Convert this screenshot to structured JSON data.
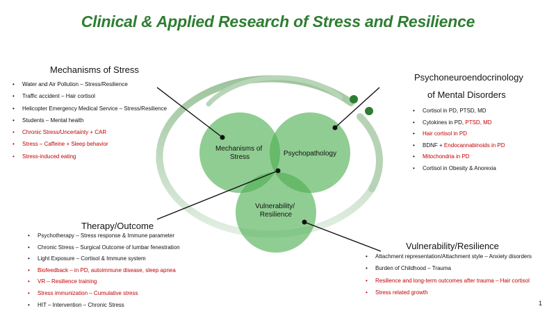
{
  "title": "Clinical & Applied Research of Stress and Resilience",
  "page_number": "1",
  "circles": {
    "mechanisms": [
      "Mechanisms of",
      "Stress"
    ],
    "psychopathology": "Psychopathology",
    "vulnerability": [
      "Vulnerability/",
      "Resilience"
    ]
  },
  "sections": {
    "mechanisms": {
      "heading": "Mechanisms of Stress",
      "items": [
        {
          "text": "Water and Air Pollution – Stress/Resilience",
          "red": false
        },
        {
          "text": "Traffic accident – Hair cortisol",
          "red": false
        },
        {
          "text": "Helicopter Emergency Medical Service – Stress/Resilience",
          "red": false
        },
        {
          "text": "Students – Mental health",
          "red": false
        },
        {
          "text": "Chronic Stress/Uncertainty + CAR",
          "red": true
        },
        {
          "text": "Stress – Caffeine + Sleep behavior",
          "red": true
        },
        {
          "text": "Stress-induced eating",
          "red": true
        }
      ]
    },
    "pne": {
      "heading_line1": "Psychoneuroendocrinology",
      "heading_line2": "of Mental Disorders",
      "items": [
        {
          "parts": [
            {
              "text": "Cortisol in PD, PTSD, MD",
              "red": false
            }
          ]
        },
        {
          "parts": [
            {
              "text": "Cytokines in PD, ",
              "red": false
            },
            {
              "text": "PTSD,  MD",
              "red": true
            }
          ]
        },
        {
          "parts": [
            {
              "text": "Hair cortisol in PD",
              "red": true
            }
          ]
        },
        {
          "parts": [
            {
              "text": "BDNF + ",
              "red": false
            },
            {
              "text": "Endocannabinoids in PD",
              "red": true
            }
          ]
        },
        {
          "parts": [
            {
              "text": "Mitochondria in PD",
              "red": true
            }
          ]
        },
        {
          "parts": [
            {
              "text": "Cortisol in Obesity & Anorexia",
              "red": false
            }
          ]
        }
      ]
    },
    "therapy": {
      "heading": "Therapy/Outcome",
      "items": [
        {
          "text": "Psychotherapy – Stress response & Immune parameter",
          "red": false
        },
        {
          "text": "Chronic Stress – Surgical Outcome of lumbar fenestration",
          "red": false
        },
        {
          "text": "Light Exposure – Cortisol & Immune system",
          "red": false
        },
        {
          "text": "Biofeedback – in PD, autoimmune disease, sleep apnea",
          "red": true
        },
        {
          "text": "VR – Resilience training",
          "red": true
        },
        {
          "text": "Stress immunization – Cumulative stress",
          "red": true
        },
        {
          "text": "HIT – Intervention – Chronic Stress",
          "red": false
        }
      ]
    },
    "vulnerability": {
      "heading": "Vulnerability/Resilience",
      "items": [
        {
          "text": "Attachment representation/Attachment style – Anxiety disorders",
          "red": false
        },
        {
          "text": "Burden of Childhood – Trauma",
          "red": false
        },
        {
          "text": "Resilience and long-term outcomes after trauma – Hair cortisol",
          "red": true
        },
        {
          "text": "Stress related growth",
          "red": true
        }
      ]
    }
  },
  "colors": {
    "title": "#2e7d32",
    "circle_fill": "#4caf50",
    "arc": "#a5c9a5",
    "dot": "#2e7d32",
    "red_text": "#c00000"
  }
}
